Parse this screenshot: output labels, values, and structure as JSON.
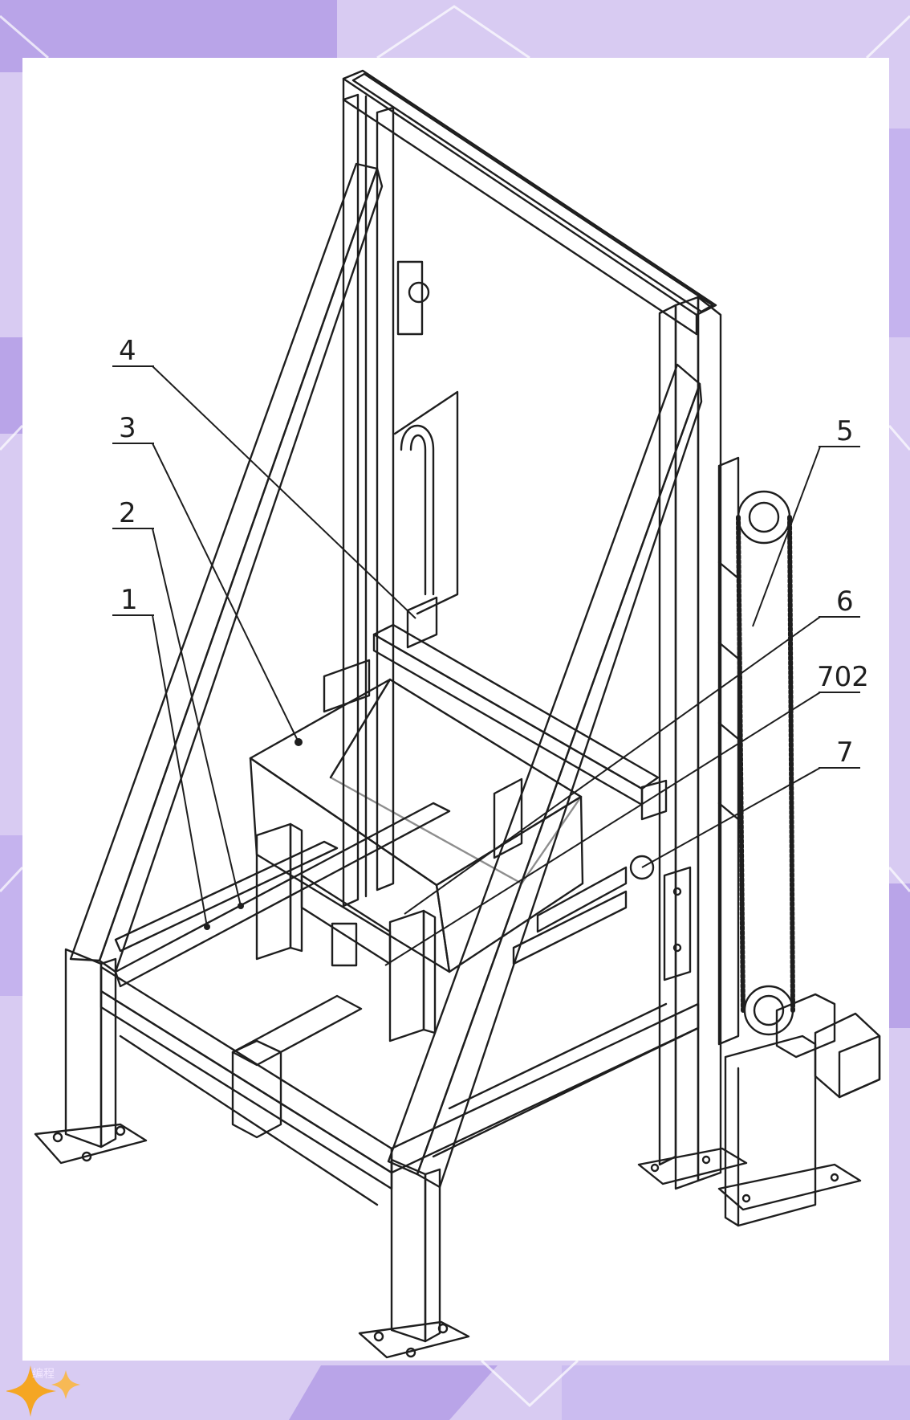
{
  "colors": {
    "frame_bg": "#d8cbf2",
    "frame_stripe": "#b9a4e8",
    "paper": "#ffffff",
    "ink": "#1e1e1e",
    "logo": "#f5a623"
  },
  "drawing": {
    "callouts": [
      {
        "id": "c1",
        "label": "1"
      },
      {
        "id": "c2",
        "label": "2"
      },
      {
        "id": "c3",
        "label": "3"
      },
      {
        "id": "c4",
        "label": "4"
      },
      {
        "id": "c5",
        "label": "5"
      },
      {
        "id": "c6",
        "label": "6"
      },
      {
        "id": "c702",
        "label": "702"
      },
      {
        "id": "c7",
        "label": "7"
      }
    ]
  },
  "watermark": {
    "icon": "sparkle-logo-icon",
    "text": "编程"
  }
}
